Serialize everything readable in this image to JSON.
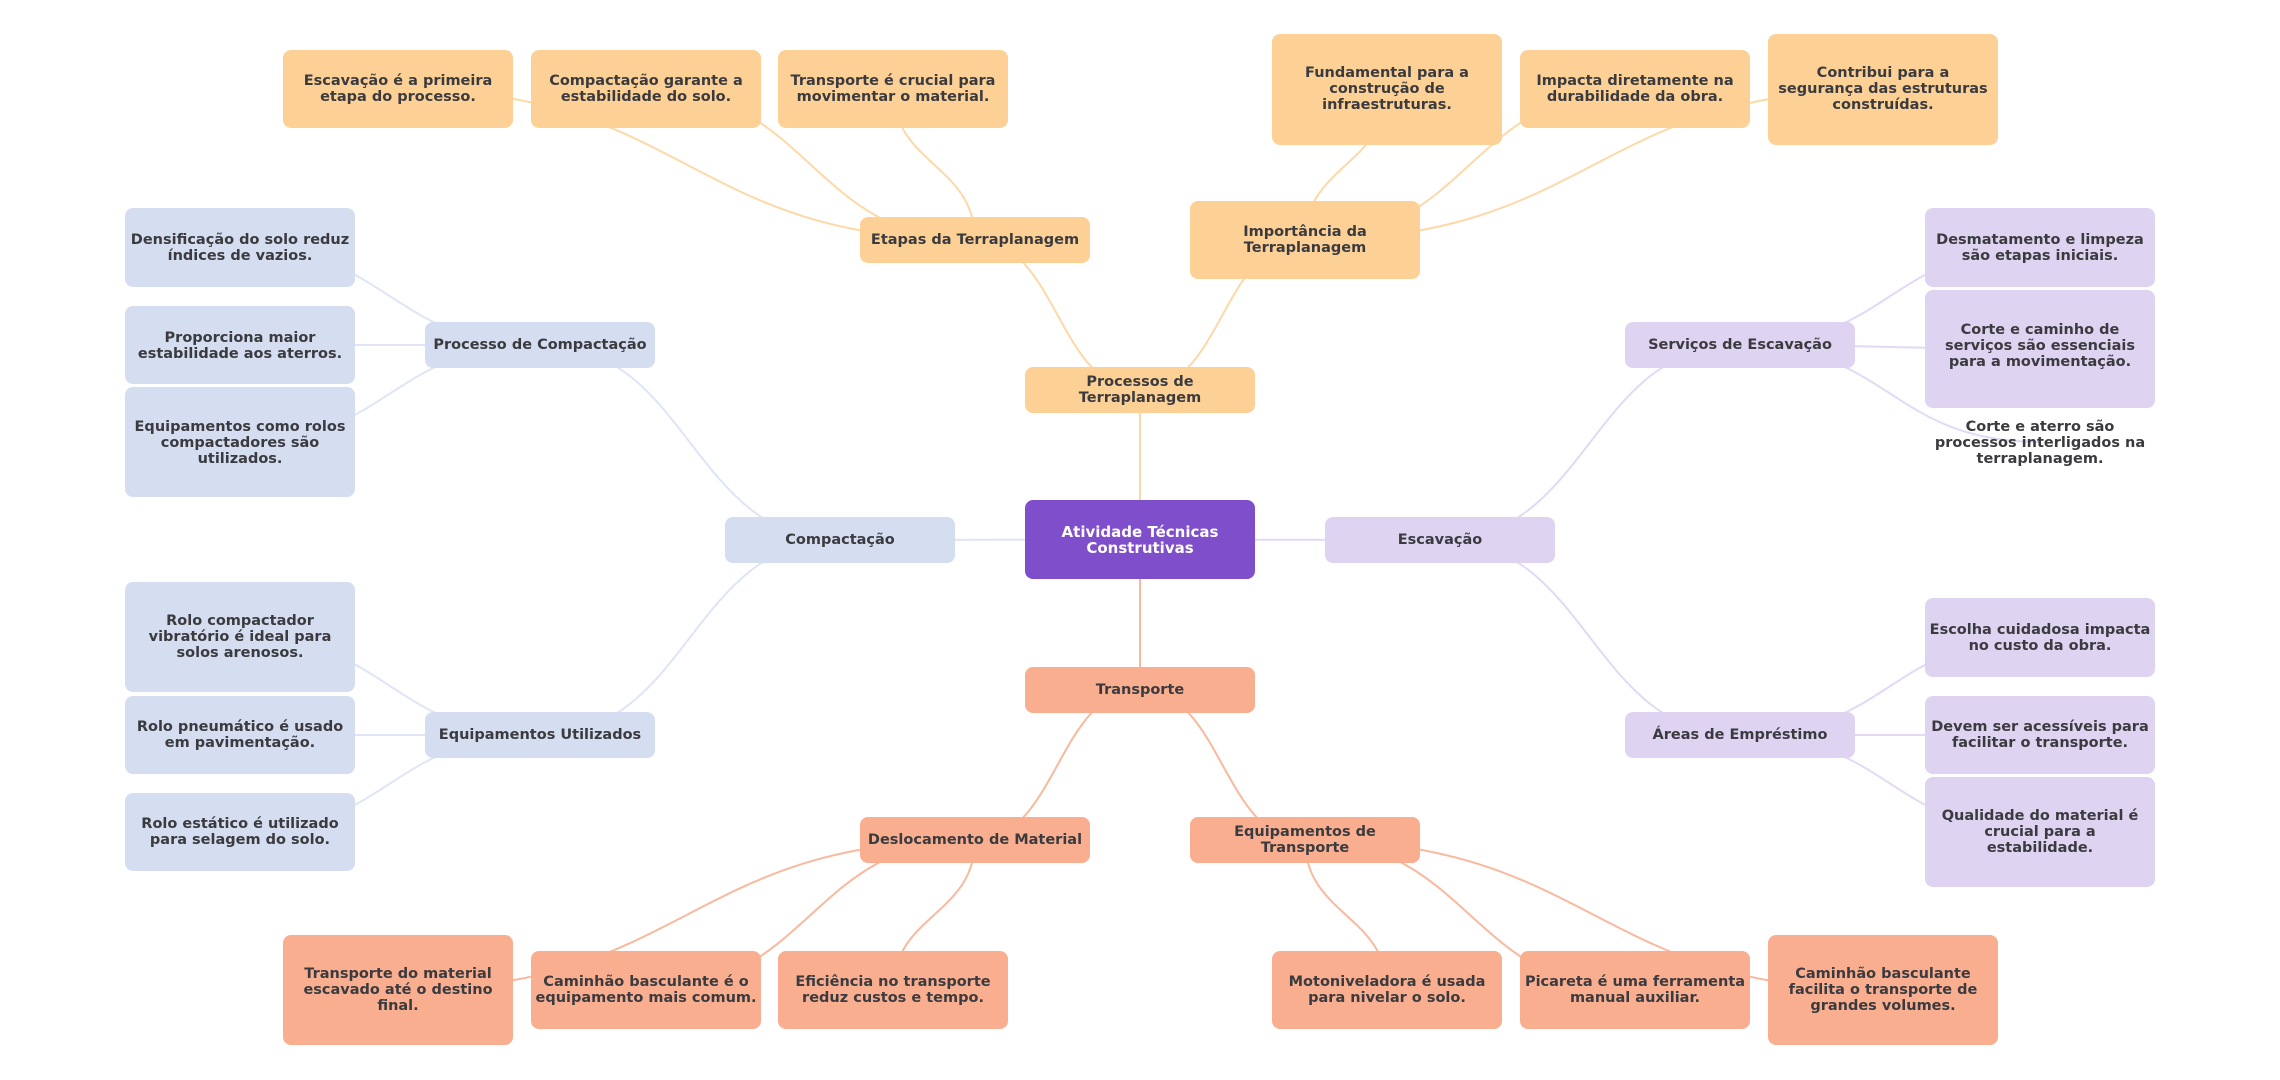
{
  "title": "Atividade Técnicas Construtivas",
  "colors": {
    "root": "#7f4fcb",
    "terraplanagem": "#fdd196",
    "transporte": "#f9ae8f",
    "compactacao": "#d5ddf1",
    "escavacao": "#ded3f1",
    "edge_terraplanagem": "#fdd9a8",
    "edge_transporte": "#f9b99e",
    "edge_compactacao": "#dfe5f6",
    "edge_escavacao": "#e3d9f5"
  },
  "nodes": {
    "root": "Atividade Técnicas Construtivas",
    "processos": "Processos de Terraplanagem",
    "etapas": "Etapas da Terraplanagem",
    "etapas_1": "Escavação é a primeira etapa do processo.",
    "etapas_2": "Compactação garante a estabilidade do solo.",
    "etapas_3": "Transporte é crucial para movimentar o material.",
    "importancia": "Importância da Terraplanagem",
    "importancia_1": "Fundamental para a construção de infraestruturas.",
    "importancia_2": "Impacta diretamente na durabilidade da obra.",
    "importancia_3": "Contribui para a segurança das estruturas construídas.",
    "compactacao": "Compactação",
    "processo_comp": "Processo de Compactação",
    "processo_comp_1": "Densificação do solo reduz índices de vazios.",
    "processo_comp_2": "Proporciona maior estabilidade aos aterros.",
    "processo_comp_3": "Equipamentos como rolos compactadores são utilizados.",
    "equip_util": "Equipamentos Utilizados",
    "equip_util_1": "Rolo compactador vibratório é ideal para solos arenosos.",
    "equip_util_2": "Rolo pneumático é usado em pavimentação.",
    "equip_util_3": "Rolo estático é utilizado para selagem do solo.",
    "escavacao": "Escavação",
    "servicos": "Serviços de Escavação",
    "servicos_1": "Desmatamento e limpeza são etapas iniciais.",
    "servicos_2": "Corte e caminho de serviços são essenciais para a movimentação.",
    "servicos_3": "Corte e aterro são processos interligados na terraplanagem.",
    "areas": "Áreas de Empréstimo",
    "areas_1": "Escolha cuidadosa impacta no custo da obra.",
    "areas_2": "Devem ser acessíveis para facilitar o transporte.",
    "areas_3": "Qualidade do material é crucial para a estabilidade.",
    "transporte": "Transporte",
    "deslocamento": "Deslocamento de Material",
    "deslocamento_1": "Transporte do material escavado até o destino final.",
    "deslocamento_2": "Caminhão basculante é o equipamento mais comum.",
    "deslocamento_3": "Eficiência no transporte reduz custos e tempo.",
    "equip_transp": "Equipamentos de Transporte",
    "equip_transp_1": "Motoniveladora é usada para nivelar o solo.",
    "equip_transp_2": "Picareta é uma ferramenta manual auxiliar.",
    "equip_transp_3": "Caminhão basculante facilita o transporte de grandes volumes."
  }
}
